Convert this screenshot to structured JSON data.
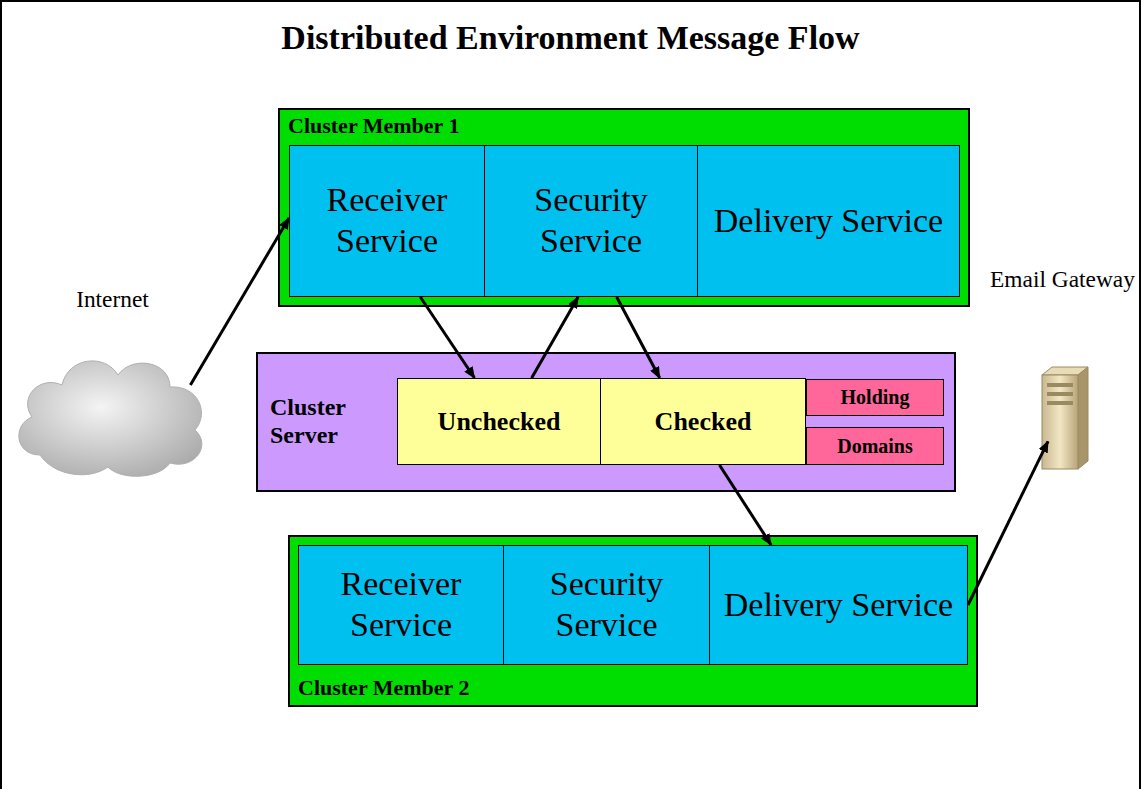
{
  "diagram": {
    "title": "Distributed Environment Message Flow",
    "nodes": [
      {
        "text": [
          "Cluster Member 1"
        ]
      },
      {
        "text": [
          "Receiver Service"
        ],
        "in": 0
      },
      {
        "text": [
          "Security Service"
        ],
        "in": 0
      },
      {
        "text": [
          "Delivery Service"
        ],
        "in": 0
      },
      {
        "text": [
          "Cluster Server"
        ]
      },
      {
        "text": [
          "Unchecked"
        ],
        "in": 4
      },
      {
        "text": [
          "Checked"
        ],
        "in": 4
      },
      {
        "text": [
          "Holding"
        ],
        "in": 4
      },
      {
        "text": [
          "Domains"
        ],
        "in": 4
      },
      {
        "text": [
          "Cluster Member 2"
        ]
      },
      {
        "text": [
          "Receiver Service"
        ],
        "in": 9
      },
      {
        "text": [
          "Security Service"
        ],
        "in": 9
      },
      {
        "text": [
          "Delivery Service"
        ],
        "in": 9
      },
      {
        "text": [
          "Internet"
        ]
      },
      {
        "text": [
          "Email Gateway"
        ]
      }
    ],
    "edges": [
      {
        "from": 13,
        "to": 1,
        "arrow": "to"
      },
      {
        "from": 1,
        "to": 5,
        "arrow": "to"
      },
      {
        "from": 5,
        "to": 2,
        "arrow": "to"
      },
      {
        "from": 2,
        "to": 6,
        "arrow": "to"
      },
      {
        "from": 6,
        "to": 12,
        "arrow": "to"
      },
      {
        "from": 12,
        "to": 14,
        "arrow": "to"
      }
    ]
  }
}
